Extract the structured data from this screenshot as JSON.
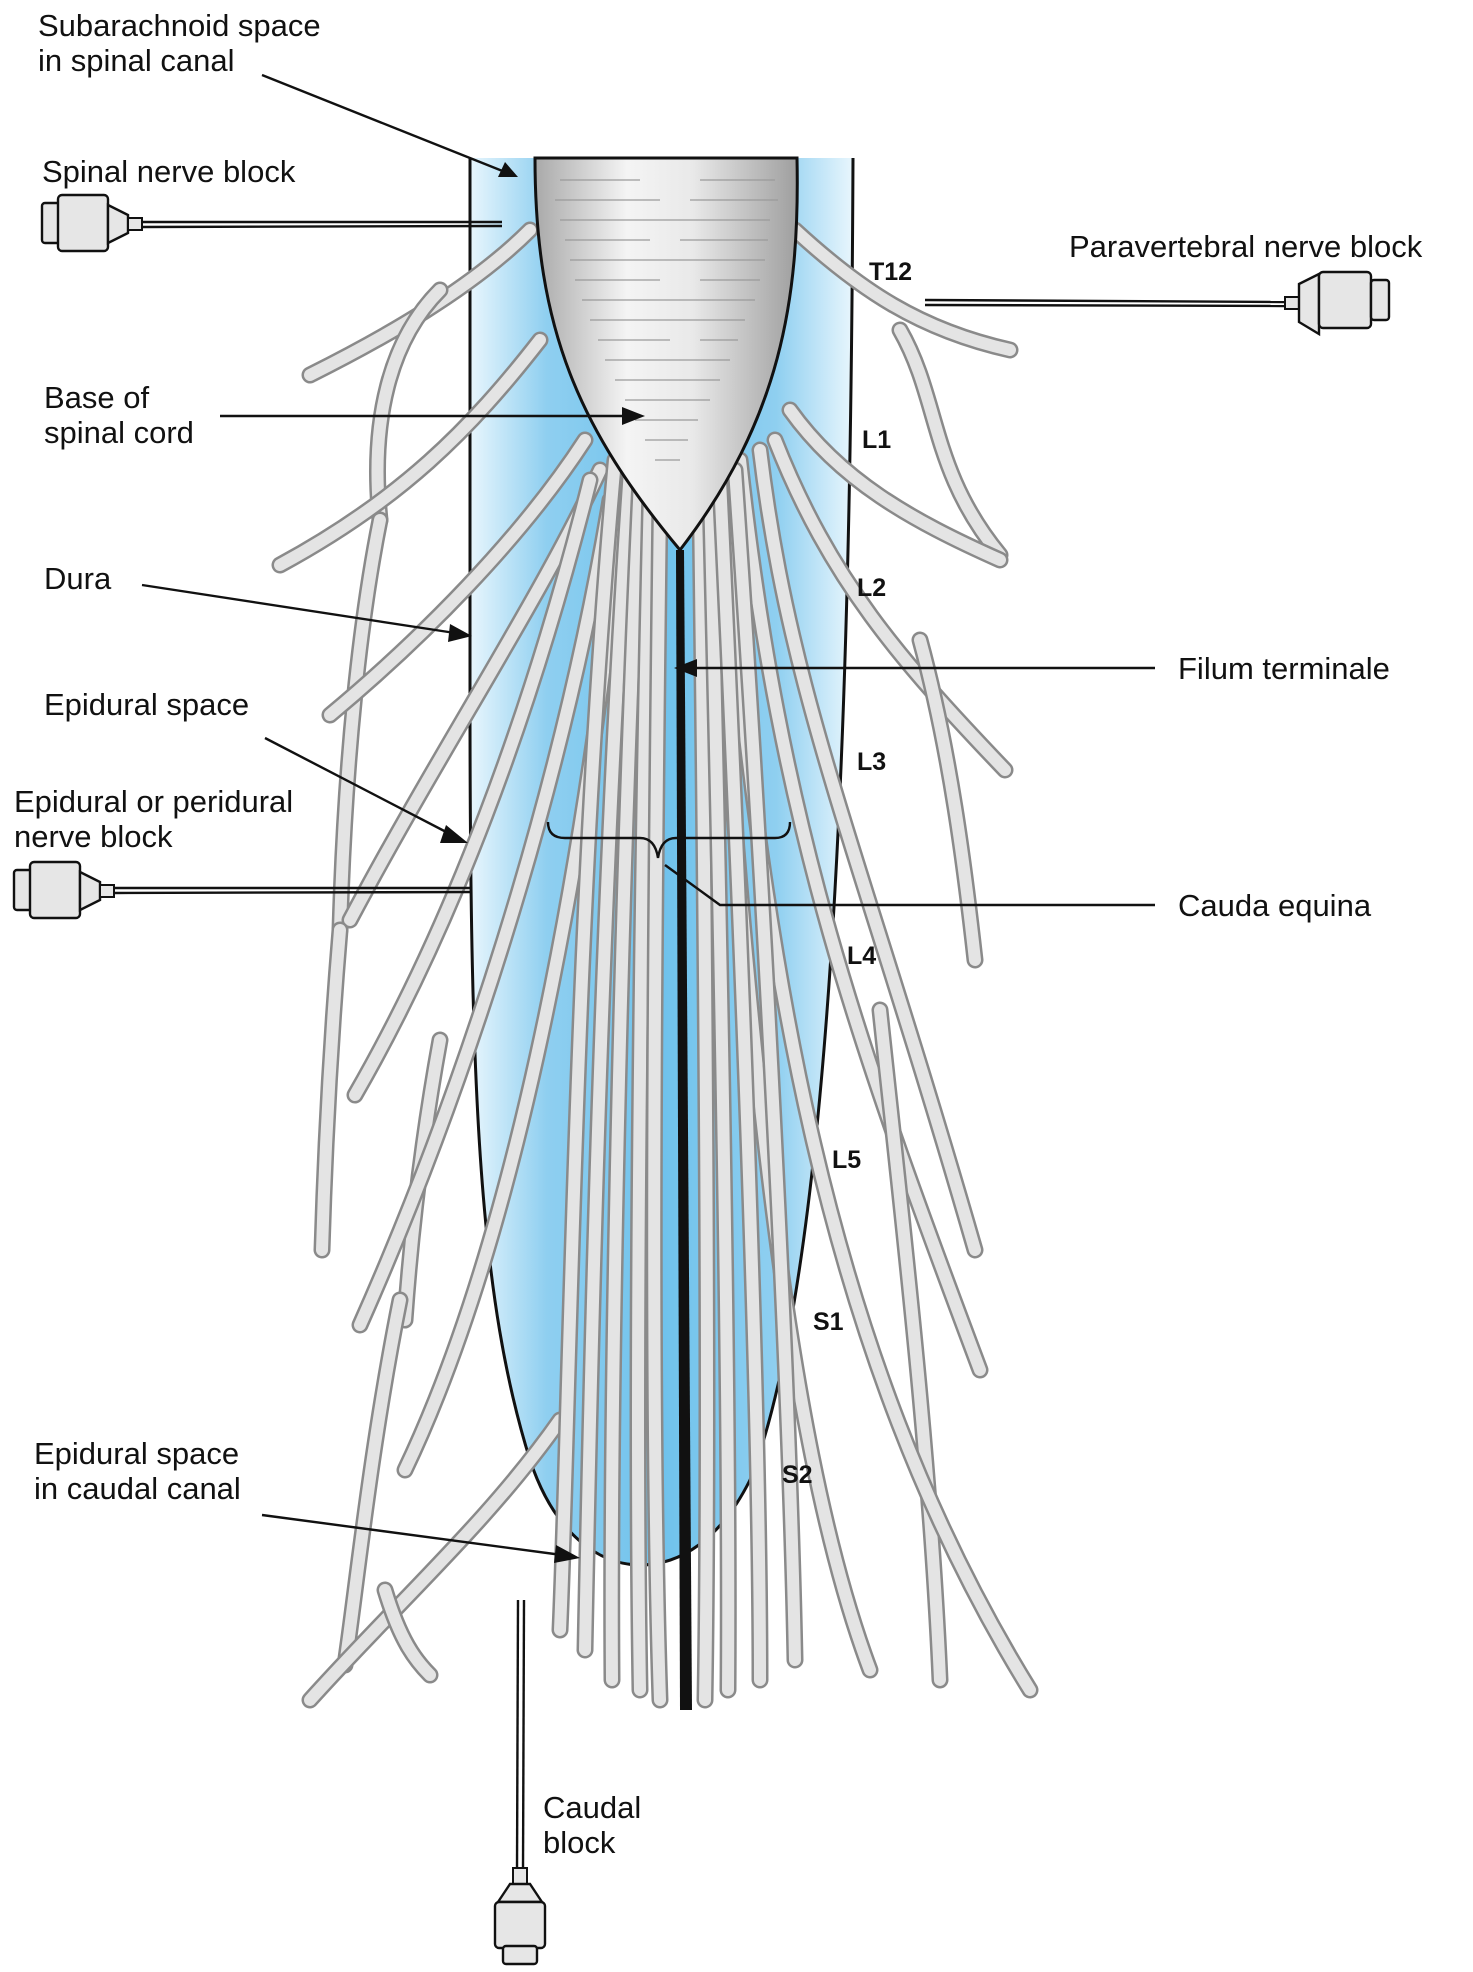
{
  "labels": {
    "subarachnoid_line1": "Subarachnoid space",
    "subarachnoid_line2": "in spinal canal",
    "spinal_nerve_block": "Spinal nerve block",
    "paravertebral_nerve_block": "Paravertebral nerve block",
    "base_line1": "Base of",
    "base_line2": "spinal cord",
    "dura": "Dura",
    "epidural_space": "Epidural space",
    "epidural_block_line1": "Epidural or peridural",
    "epidural_block_line2": "nerve block",
    "filum_terminale": "Filum terminale",
    "cauda_equina": "Cauda equina",
    "caudal_space_line1": "Epidural space",
    "caudal_space_line2": "in caudal canal",
    "caudal_block_line1": "Caudal",
    "caudal_block_line2": "block"
  },
  "levels": {
    "t12": "T12",
    "l1": "L1",
    "l2": "L2",
    "l3": "L3",
    "l4": "L4",
    "l5": "L5",
    "s1": "S1",
    "s2": "S2"
  },
  "colors": {
    "csf_blue": "#9fd6f2",
    "csf_light": "#e4f4fc",
    "nerve_fill": "#e4e4e4",
    "nerve_edge": "#8a8a8a",
    "cord_gray": "#cfcfcf",
    "outline": "#111111"
  }
}
